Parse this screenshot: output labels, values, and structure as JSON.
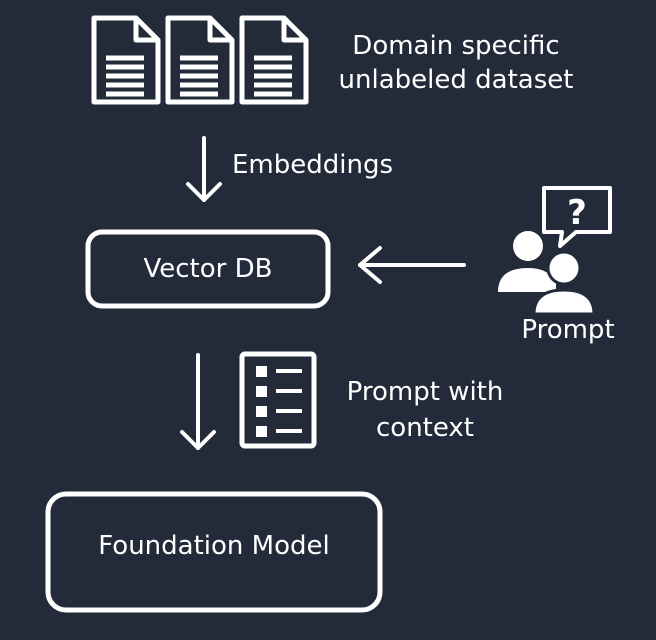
{
  "dataset": {
    "label_line1": "Domain specific",
    "label_line2": "unlabeled dataset",
    "icon": "document-icon"
  },
  "embeddings": {
    "label": "Embeddings"
  },
  "vector_db": {
    "label": "Vector DB"
  },
  "user": {
    "label": "Prompt",
    "icon": "users-question-icon"
  },
  "context": {
    "label_line1": "Prompt with",
    "label_line2": "context",
    "icon": "checklist-icon"
  },
  "model": {
    "label": "Foundation Model"
  },
  "colors": {
    "background": "#232b3a",
    "foreground": "#ffffff"
  }
}
